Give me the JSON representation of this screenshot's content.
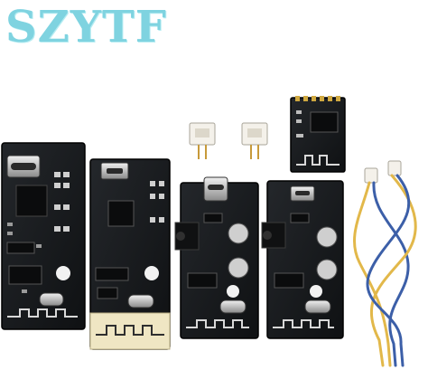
{
  "brand": {
    "logo_text": "SZYTF"
  },
  "colors": {
    "brand": "#7fd3e0",
    "pcb": "#16181b",
    "pcb_edge": "#2a2d31",
    "silkscreen": "#e8e8e8",
    "wire_yellow": "#e2b84a",
    "wire_blue": "#3c5fa8"
  },
  "products": [
    {
      "item": "board-1",
      "connector": "usb-c"
    },
    {
      "item": "board-2",
      "connector": "micro-usb",
      "variant": "cream-antenna"
    },
    {
      "item": "board-3",
      "connector": "usb-c",
      "jack": "3.5mm"
    },
    {
      "item": "board-4",
      "connector": "micro-usb",
      "jack": "3.5mm"
    },
    {
      "item": "bluetooth-module"
    },
    {
      "item": "jst-connector-pair"
    },
    {
      "item": "speaker-cable"
    }
  ]
}
